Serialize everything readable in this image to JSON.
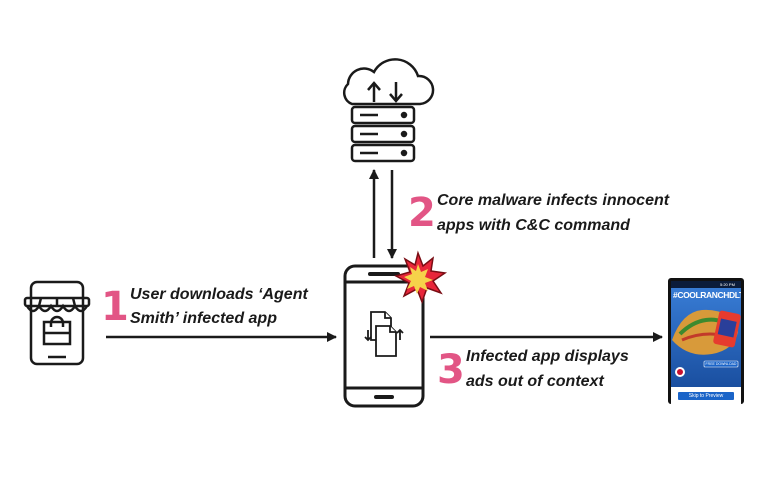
{
  "steps": [
    {
      "number": "1",
      "line1": "User downloads ‘Agent",
      "line2": "Smith’ infected app"
    },
    {
      "number": "2",
      "line1": "Core malware infects innocent",
      "line2": "apps with C&C command"
    },
    {
      "number": "3",
      "line1": "Infected app displays",
      "line2": "ads out of context"
    }
  ],
  "ad_screen": {
    "time": "5:20 PM",
    "hashtag": "#COOLRANCHDLT",
    "badge": "FREE DOWNLOAD",
    "skip_label": "Skip to Preview"
  },
  "colors": {
    "accent": "#e25585",
    "ink": "#1a1a1a",
    "ad_blue": "#1a64c8"
  },
  "icons": [
    "store-icon",
    "cloud-icon",
    "server-icon",
    "smartphone-icon",
    "file-swap-icon",
    "explosion-icon",
    "ad-phone-icon"
  ]
}
